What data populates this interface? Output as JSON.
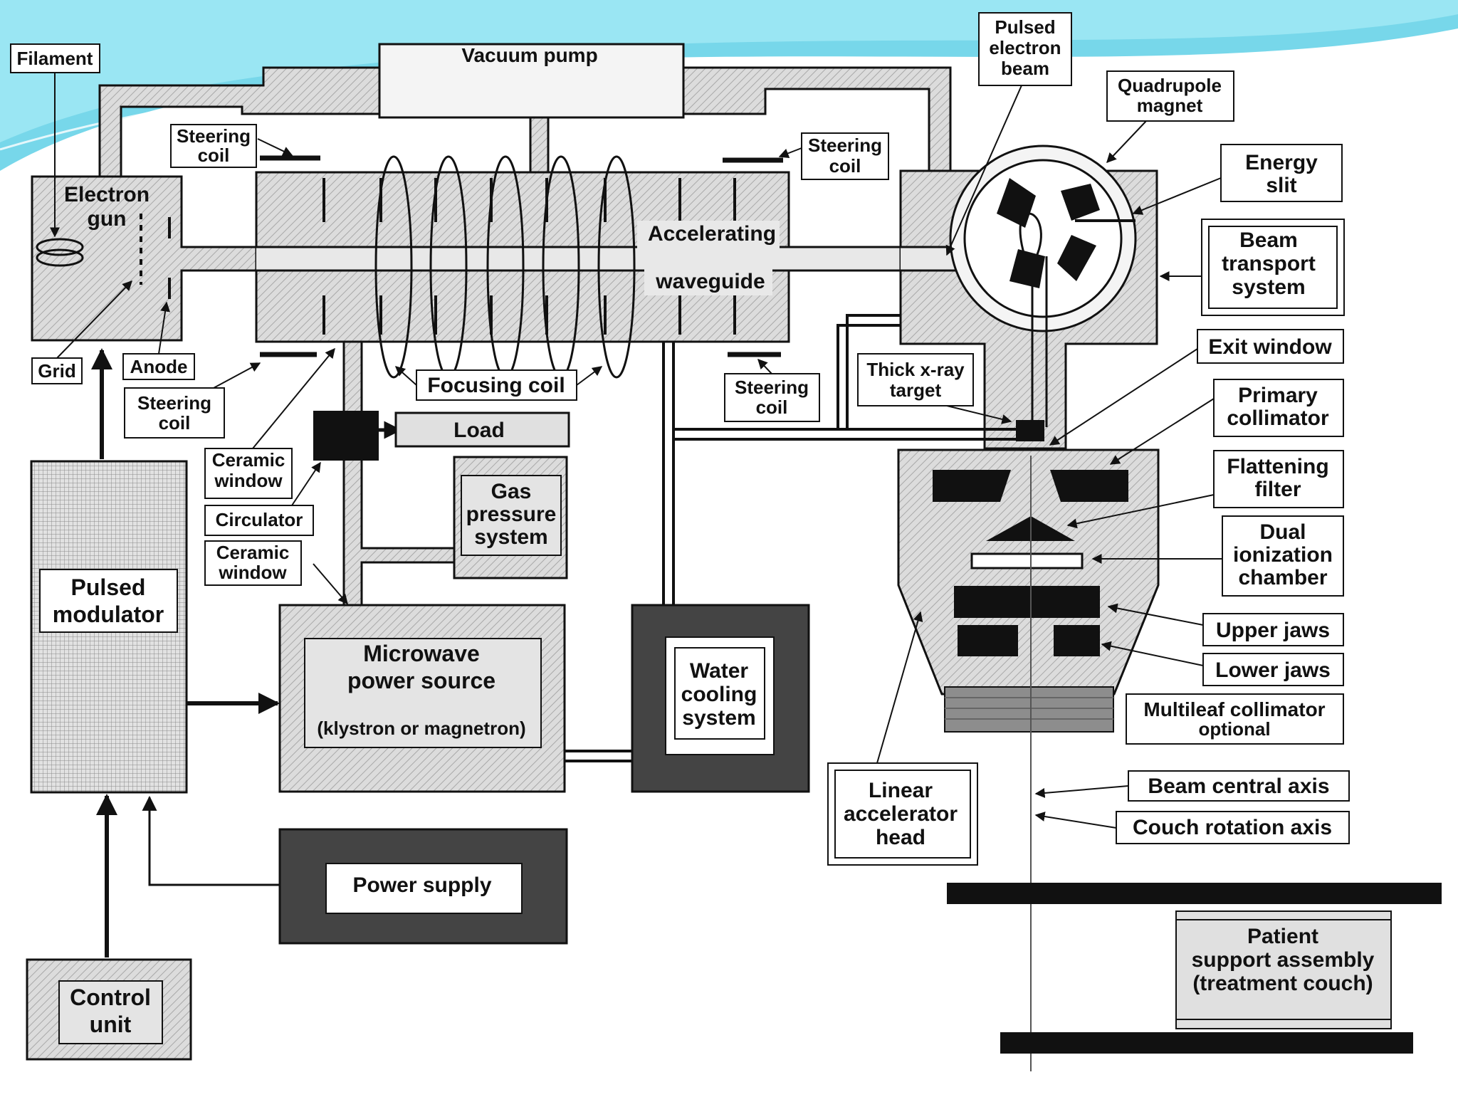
{
  "labels": {
    "filament": "Filament",
    "vacuum_pump": "Vacuum pump",
    "pulsed_beam": [
      "Pulsed",
      "electron",
      "beam"
    ],
    "quadrupole": [
      "Quadrupole",
      "magnet"
    ],
    "steering_coil_a": [
      "Steering",
      "coil"
    ],
    "steering_coil_b": [
      "Steering",
      "coil"
    ],
    "steering_coil_c": [
      "Steering",
      "coil"
    ],
    "steering_coil_d": [
      "Steering",
      "coil"
    ],
    "electron_gun": [
      "Electron",
      "gun"
    ],
    "accelerating": "Accelerating",
    "waveguide": "waveguide",
    "energy_slit": [
      "Energy",
      "slit"
    ],
    "beam_transport": [
      "Beam",
      "transport",
      "system"
    ],
    "grid": "Grid",
    "anode": "Anode",
    "focusing_coil": "Focusing coil",
    "thick_target": [
      "Thick x-ray",
      "target"
    ],
    "exit_window": "Exit window",
    "primary_collimator": [
      "Primary",
      "collimator"
    ],
    "load": "Load",
    "ceramic_window_a": [
      "Ceramic",
      "window"
    ],
    "ceramic_window_b": [
      "Ceramic",
      "window"
    ],
    "circulator": "Circulator",
    "gas_pressure": [
      "Gas",
      "pressure",
      "system"
    ],
    "flattening_filter": [
      "Flattening",
      "filter"
    ],
    "dual_ion_chamber": [
      "Dual",
      "ionization",
      "chamber"
    ],
    "pulsed_modulator": [
      "Pulsed",
      "modulator"
    ],
    "microwave_source": [
      "Microwave",
      "power source"
    ],
    "microwave_sub": "(klystron or magnetron)",
    "water_cooling": [
      "Water",
      "cooling",
      "system"
    ],
    "upper_jaws": "Upper jaws",
    "lower_jaws": "Lower jaws",
    "mlc": [
      "Multileaf collimator",
      "optional"
    ],
    "linac_head": [
      "Linear",
      "accelerator",
      "head"
    ],
    "beam_axis": "Beam central axis",
    "couch_axis": "Couch rotation axis",
    "power_supply": "Power supply",
    "control_unit": [
      "Control",
      "unit"
    ],
    "patient_support": [
      "Patient",
      "support assembly",
      "(treatment couch)"
    ]
  },
  "colors": {
    "hatch_fill": "#d8d8d8",
    "dark_box": "#444444",
    "slide_cyan": "#5fd0e6",
    "line": "#111111"
  }
}
